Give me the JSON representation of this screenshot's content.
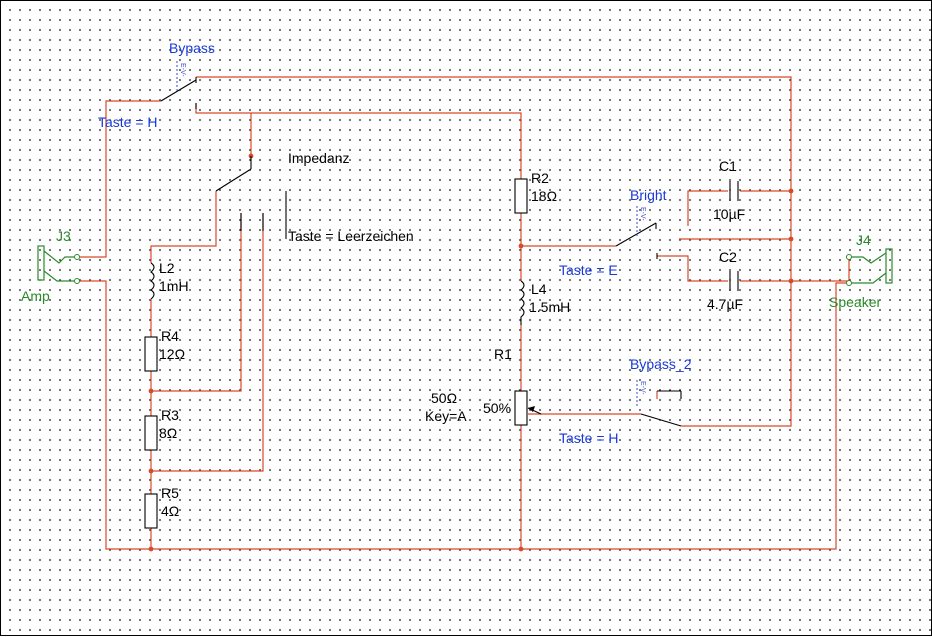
{
  "diagram": {
    "labels": {
      "bypass_name": "Bypass",
      "bypass_key": "Taste = H",
      "impedance_name": "Impedanz",
      "impedance_key": "Taste = Leerzeichen",
      "j3_ref": "J3",
      "j3_name": "Amp",
      "j4_ref": "J4",
      "j4_name": "Speaker",
      "l2_ref": "L2",
      "l2_value": "1mH",
      "r4_ref": "R4",
      "r4_value": "12Ω",
      "r3_ref": "R3",
      "r3_value": "8Ω",
      "r5_ref": "R5",
      "r5_value": "4Ω",
      "r2_ref": "R2",
      "r2_value": "18Ω",
      "l4_ref": "L4",
      "l4_value": "1.5mH",
      "r1_ref": "R1",
      "r1_value": "50Ω",
      "r1_key": "Key=A",
      "r1_setting": "50%",
      "bright_name": "Bright",
      "bright_key": "Taste = E",
      "c1_ref": "C1",
      "c1_value": "10µF",
      "c2_ref": "C2",
      "c2_value": "4.7µF",
      "bypass2_name": "Bypass_2",
      "bypass2_key": "Taste = H",
      "switch_marker": "E-V-"
    },
    "colors": {
      "wire": "#d84a2a",
      "switch_label": "#1a3ad8",
      "connector": "#2a8a2a",
      "component": "#000000"
    }
  }
}
